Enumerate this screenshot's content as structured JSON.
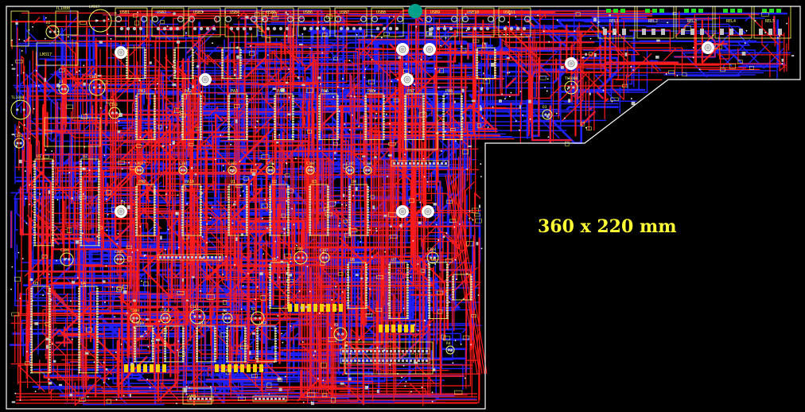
{
  "caption": "360 x 220 mm",
  "colors": {
    "background": "#000000",
    "top_copper": "#ff1a1a",
    "bottom_copper": "#2020ff",
    "silkscreen": "#ffff66",
    "outline": "#ffffff",
    "pad": "#c0c0c0",
    "via": "#ffffff",
    "mounting_hole": "#00a08a",
    "led": "#22dd22"
  },
  "connectors_top": [
    "USB1",
    "USB2",
    "USB3",
    "USB4",
    "USB5",
    "USB6",
    "USB7",
    "USB8",
    "USB9",
    "USB10",
    "USB11"
  ],
  "relays_right": [
    "REL1",
    "REL2",
    "REL3",
    "REL4",
    "REL5"
  ],
  "ic_labels": [
    "PA1",
    "PA2",
    "PA3",
    "PA4",
    "PA5",
    "PA6",
    "PA7",
    "PA8",
    "PA9",
    "PA10",
    "U1",
    "U2",
    "U3",
    "U4",
    "U5",
    "U6",
    "U7",
    "U8"
  ],
  "small_labels": [
    "TL1000",
    "LM317",
    "C101",
    "C102",
    "C103",
    "C104",
    "C105",
    "C106",
    "C107",
    "C108",
    "C109",
    "C110",
    "C111",
    "R1",
    "R2",
    "R3",
    "R4",
    "D1",
    "D2",
    "D3"
  ],
  "bottom_labels": [
    "U10",
    "U11",
    "U12",
    "VR1"
  ]
}
